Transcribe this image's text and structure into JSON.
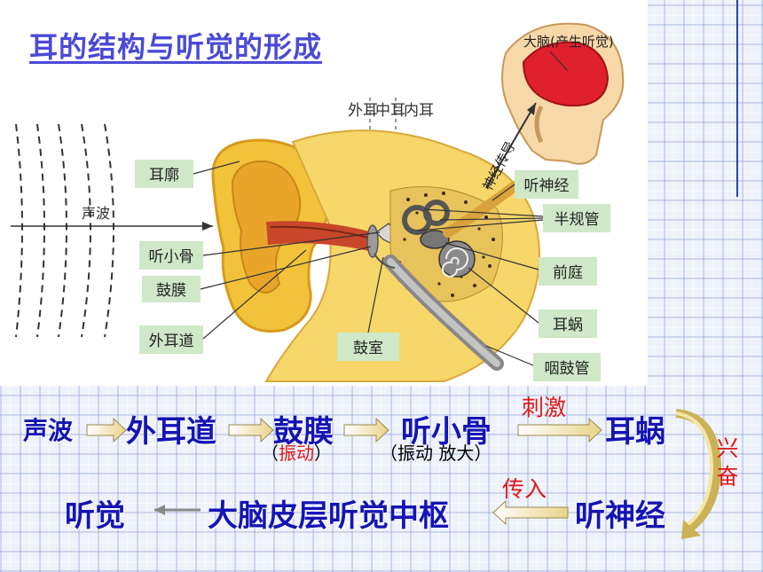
{
  "title": "耳的结构与听觉的形成",
  "diagram": {
    "zones": [
      "外耳",
      "中耳",
      "内耳"
    ],
    "sound_wave": "声波",
    "brain": "大脑(产生听觉)",
    "nerve_conduction": "神经传导",
    "labels_left": [
      "耳廓",
      "听小骨",
      "鼓膜",
      "外耳道"
    ],
    "label_bottom": "鼓室",
    "labels_right": [
      "听神经",
      "半规管",
      "前庭",
      "耳蜗",
      "咽鼓管"
    ]
  },
  "flow": {
    "row1": [
      "声波",
      "外耳道",
      "鼓膜",
      "听小骨",
      "耳蜗"
    ],
    "eardrum_note_open": "（",
    "eardrum_note": "振动",
    "eardrum_note_close": "）",
    "ossicle_note": "（振动 放大）",
    "stimulate": "刺激",
    "excite": "兴奋",
    "row2": [
      "听觉",
      "大脑皮层听觉中枢",
      "听神经"
    ],
    "transmit": "传入"
  },
  "colors": {
    "title": "#4a4ad6",
    "flow_text": "#1414b4",
    "highlight": "#e01818",
    "label_box": "#cfe8c8",
    "ear_skin": "#f2c23a",
    "brain": "#e0202c"
  }
}
